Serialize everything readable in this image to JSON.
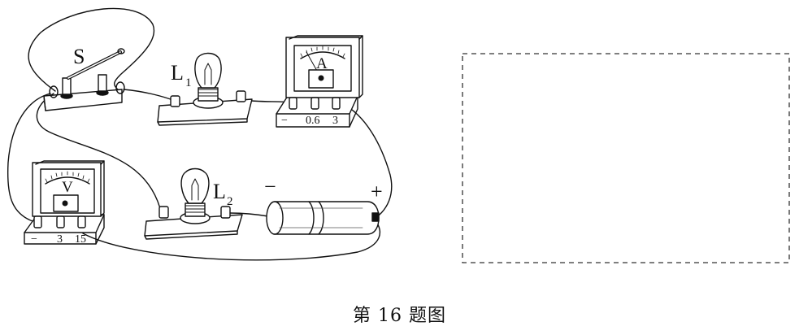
{
  "labels": {
    "switch": "S",
    "lamp1": {
      "main": "L",
      "sub": "1"
    },
    "lamp2": {
      "main": "L",
      "sub": "2"
    },
    "battery_neg": "−",
    "battery_pos": "+"
  },
  "ammeter": {
    "symbol": "A",
    "terminals": [
      "−",
      "0.6",
      "3"
    ]
  },
  "voltmeter": {
    "symbol": "V",
    "terminals": [
      "−",
      "3",
      "15"
    ]
  },
  "caption": "第 16 题图",
  "icons": [
    "knife-switch-icon",
    "lamp-icon",
    "ammeter-icon",
    "voltmeter-icon",
    "battery-icon"
  ]
}
